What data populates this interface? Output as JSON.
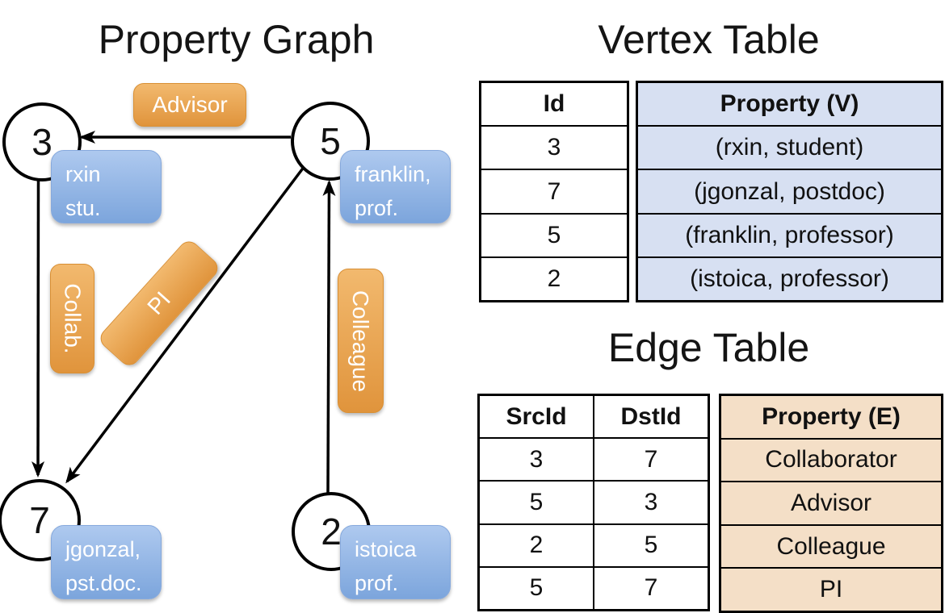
{
  "graph": {
    "title": "Property Graph",
    "nodes": [
      {
        "id": "3",
        "label_line1": "rxin",
        "label_line2": "stu."
      },
      {
        "id": "5",
        "label_line1": "franklin,",
        "label_line2": "prof."
      },
      {
        "id": "7",
        "label_line1": "jgonzal,",
        "label_line2": "pst.doc."
      },
      {
        "id": "2",
        "label_line1": "istoica",
        "label_line2": "prof."
      }
    ],
    "edge_labels": [
      {
        "name": "Advisor"
      },
      {
        "name": "Collab."
      },
      {
        "name": "PI"
      },
      {
        "name": "Colleague"
      }
    ],
    "edges": [
      {
        "from": "5",
        "to": "3",
        "label": "Advisor"
      },
      {
        "from": "3",
        "to": "7",
        "label": "Collab."
      },
      {
        "from": "5",
        "to": "7",
        "label": "PI"
      },
      {
        "from": "2",
        "to": "5",
        "label": "Colleague"
      }
    ]
  },
  "vertex_table": {
    "title": "Vertex Table",
    "headers": {
      "id": "Id",
      "property": "Property (V)"
    },
    "rows": [
      {
        "id": "3",
        "property": "(rxin, student)"
      },
      {
        "id": "7",
        "property": "(jgonzal, postdoc)"
      },
      {
        "id": "5",
        "property": "(franklin, professor)"
      },
      {
        "id": "2",
        "property": "(istoica, professor)"
      }
    ]
  },
  "edge_table": {
    "title": "Edge Table",
    "headers": {
      "src": "SrcId",
      "dst": "DstId",
      "property": "Property (E)"
    },
    "rows": [
      {
        "src": "3",
        "dst": "7",
        "property": "Collaborator"
      },
      {
        "src": "5",
        "dst": "3",
        "property": "Advisor"
      },
      {
        "src": "2",
        "dst": "5",
        "property": "Colleague"
      },
      {
        "src": "5",
        "dst": "7",
        "property": "PI"
      }
    ]
  },
  "colors": {
    "edge_label_fill_top": "#f2b96e",
    "edge_label_fill_bottom": "#e0943c",
    "node_label_fill_top": "#aec9ef",
    "node_label_fill_bottom": "#7ca5dc",
    "vertex_property_cell": "#d7e0f2",
    "edge_property_cell": "#f4dfc7",
    "line": "#000000"
  }
}
